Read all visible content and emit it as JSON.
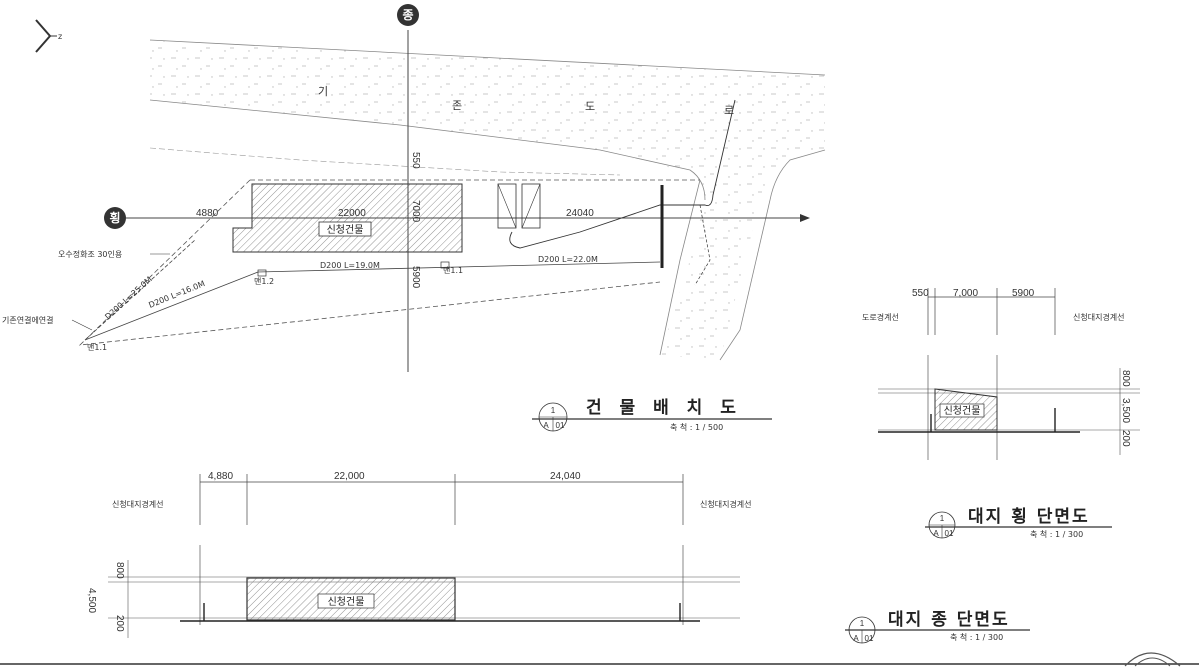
{
  "site_plan": {
    "north_label": "z",
    "axis_vertical_label": "종",
    "axis_horizontal_label": "횡",
    "road_chars": [
      "기",
      "존",
      "도",
      "로"
    ],
    "building_label": "신청건물",
    "dim_left": "4880",
    "dim_building": "22000",
    "dim_right": "24040",
    "dim_v_top": "550",
    "dim_v_mid": "7000",
    "dim_v_bottom": "5900",
    "septic_label": "오수정화조 30인용",
    "existing_conn_label": "기존연결에연결",
    "pipe_a": "D200 L=19.0M",
    "pipe_b": "D200 L=22.0M",
    "pipe_c": "D200 L=16.0M",
    "pipe_d": "D200 L=25.0M",
    "mh_a": "맨1.1",
    "mh_b": "맨1.2",
    "mh_c": "맨1.1",
    "title": "건 물 배 치 도",
    "scale": "축   척 :   1 / 500",
    "circle_top": "1",
    "circle_a": "A",
    "circle_num": "01"
  },
  "cross_section": {
    "dim_1": "550",
    "dim_2": "7,000",
    "dim_3": "5900",
    "left_label": "도로경계선",
    "right_label": "신청대지경계선",
    "building_label": "신청건물",
    "v_top": "800",
    "v_mid": "3,500",
    "v_bottom": "200",
    "title": "대지 횡 단면도",
    "scale": "축   척 :   1 / 300",
    "circle_top": "1",
    "circle_a": "A",
    "circle_num": "01"
  },
  "long_section": {
    "dim_1": "4,880",
    "dim_2": "22,000",
    "dim_3": "24,040",
    "left_label": "신청대지경계선",
    "right_label": "신청대지경계선",
    "building_label": "신청건물",
    "v_top": "800",
    "v_mid": "4,500",
    "v_bottom": "200",
    "title": "대지 종 단면도",
    "scale": "축   척 :   1 / 300",
    "circle_top": "1",
    "circle_a": "A",
    "circle_num": "01"
  }
}
